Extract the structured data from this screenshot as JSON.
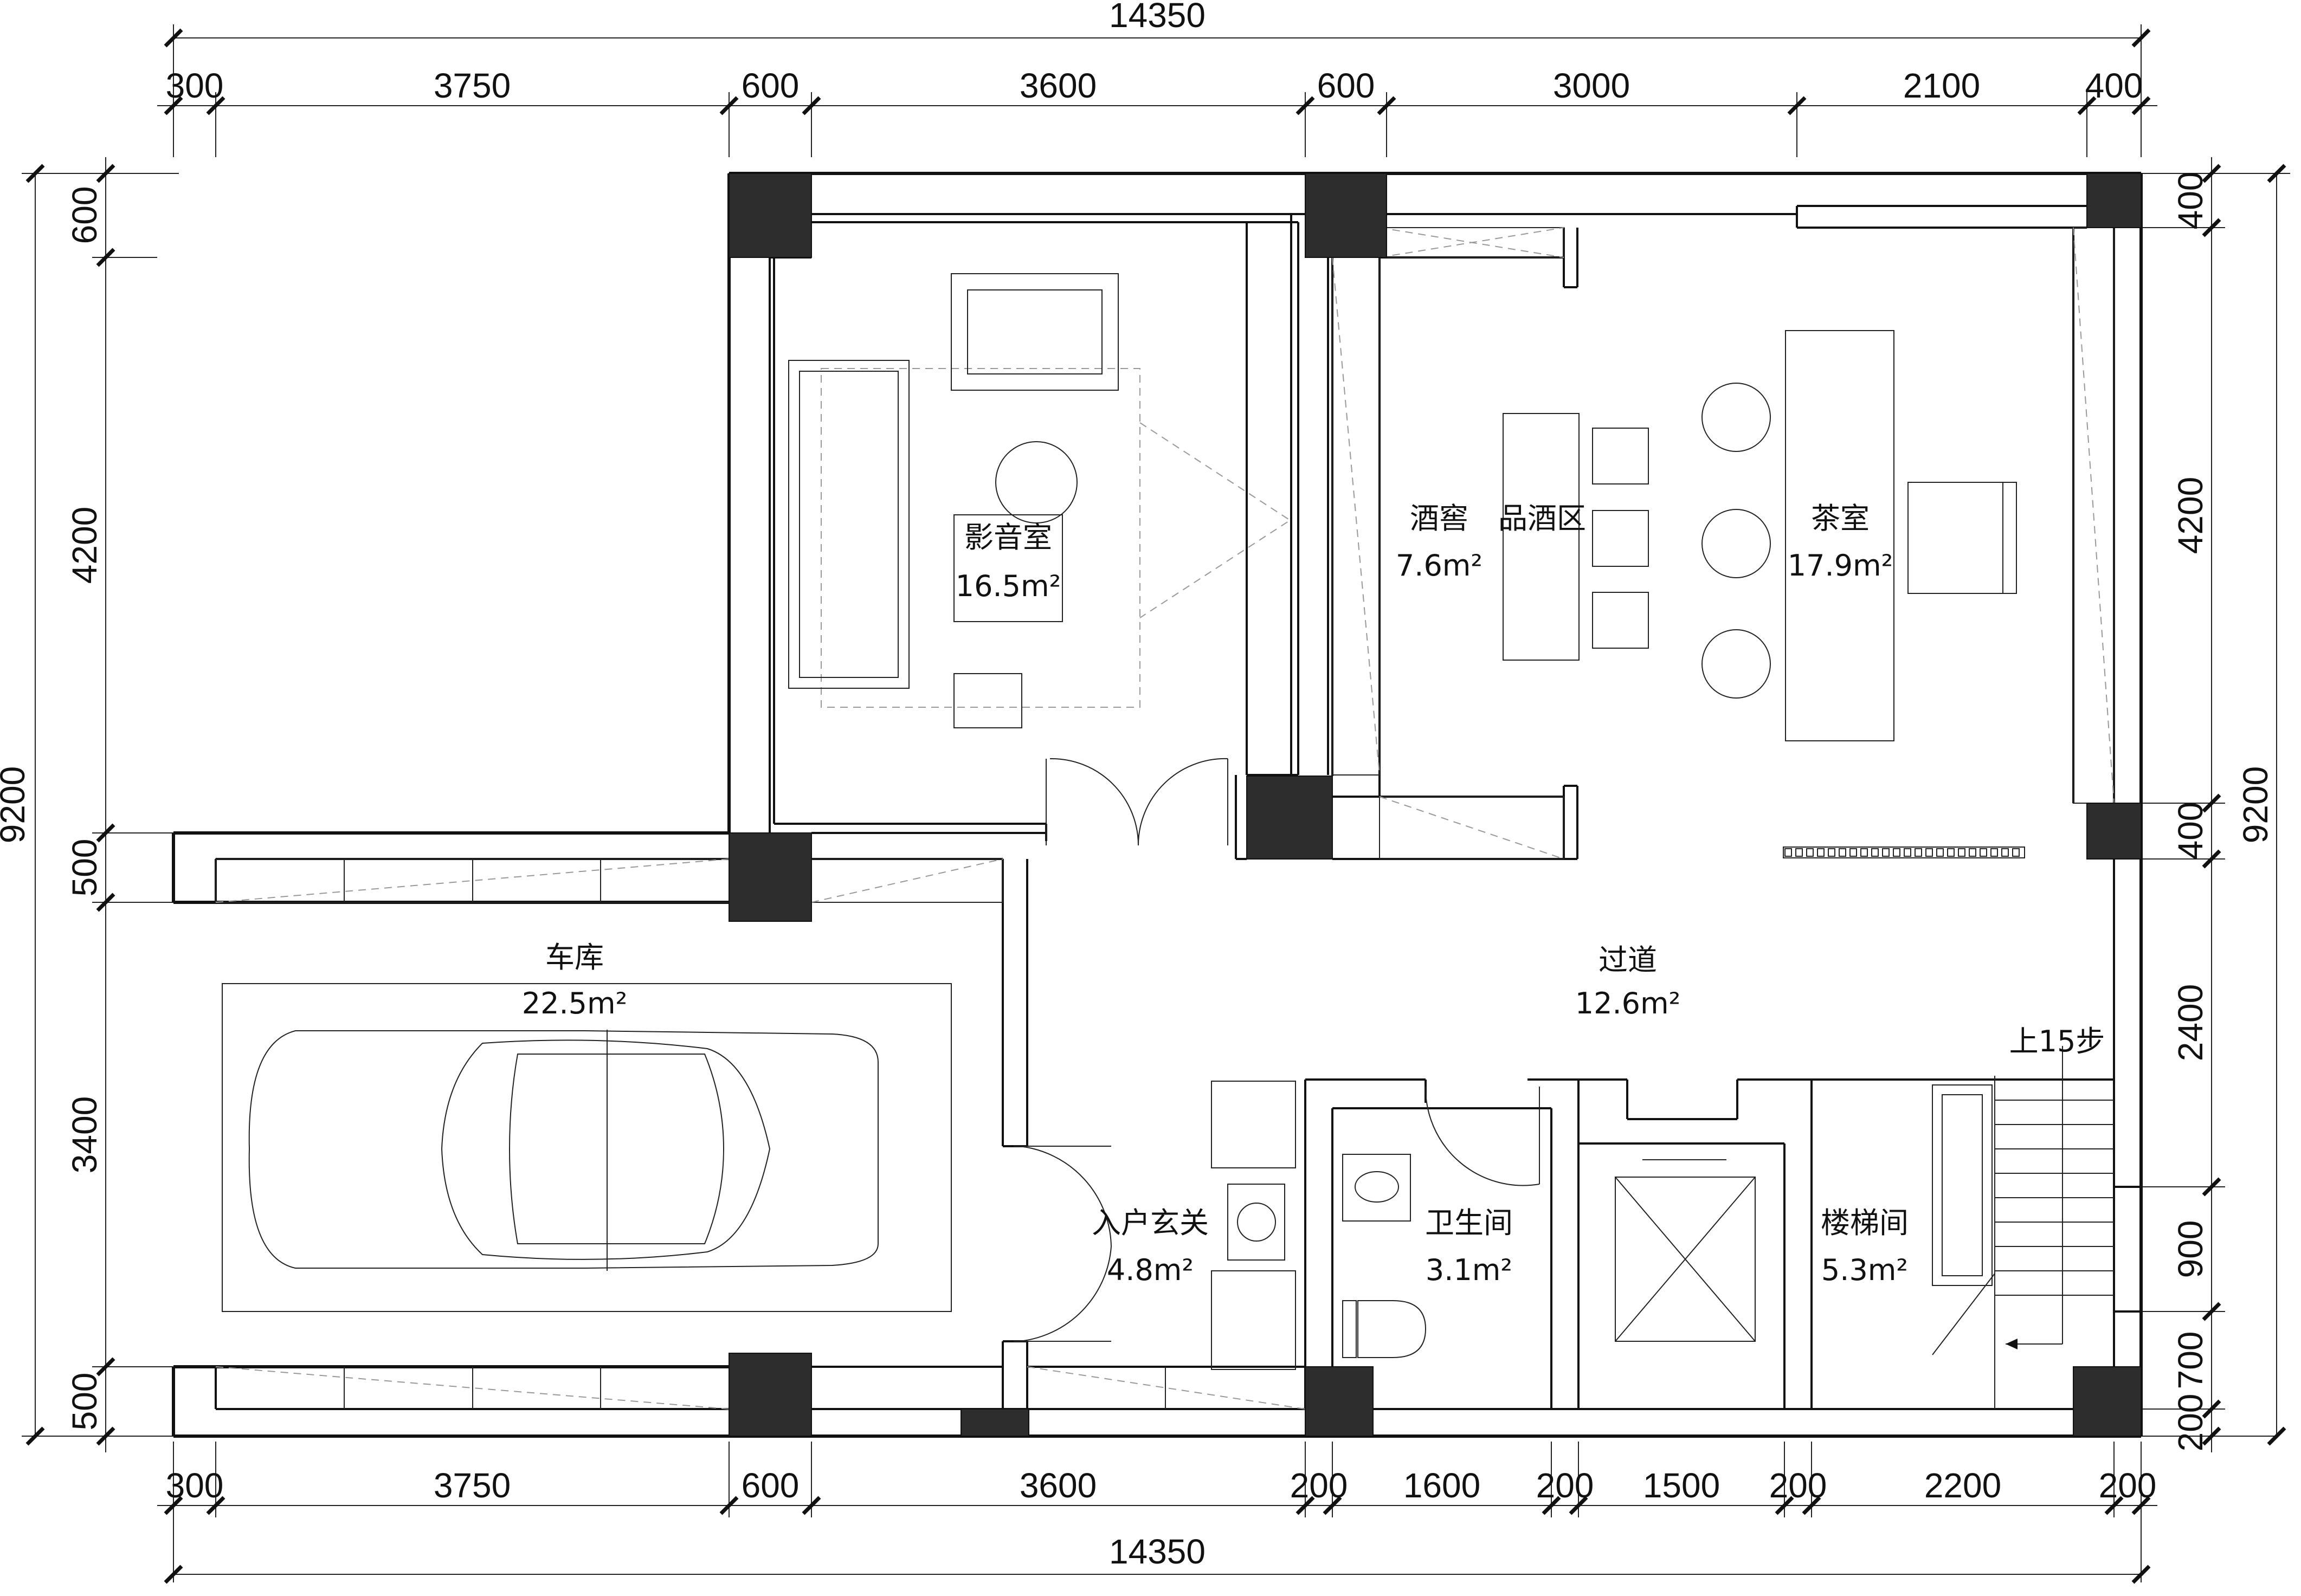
{
  "dimensions": {
    "top_total": "14350",
    "top": [
      "300",
      "3750",
      "600",
      "3600",
      "600",
      "3000",
      "2100",
      "400"
    ],
    "bottom": [
      "300",
      "3750",
      "600",
      "3600",
      "200",
      "1600",
      "200",
      "1500",
      "200",
      "2200",
      "200"
    ],
    "bottom_total": "14350",
    "left_total": "9200",
    "left": [
      "600",
      "4200",
      "500",
      "3400",
      "500"
    ],
    "right_total": "9200",
    "right": [
      "400",
      "4200",
      "400",
      "2400",
      "900",
      "700",
      "200"
    ]
  },
  "rooms": {
    "theater": {
      "name": "影音室",
      "area": "16.5m²"
    },
    "wine_cellar": {
      "name": "酒窖",
      "area": "7.6m²"
    },
    "tasting_area": {
      "name": "品酒区"
    },
    "tea_room": {
      "name": "茶室",
      "area": "17.9m²"
    },
    "corridor": {
      "name": "过道",
      "area": "12.6m²"
    },
    "garage": {
      "name": "车库",
      "area": "22.5m²"
    },
    "entrance": {
      "name": "入户玄关",
      "area": "4.8m²"
    },
    "bathroom": {
      "name": "卫生间",
      "area": "3.1m²"
    },
    "stairwell": {
      "name": "楼梯间",
      "area": "5.3m²"
    }
  },
  "stairs_note": "上15步"
}
